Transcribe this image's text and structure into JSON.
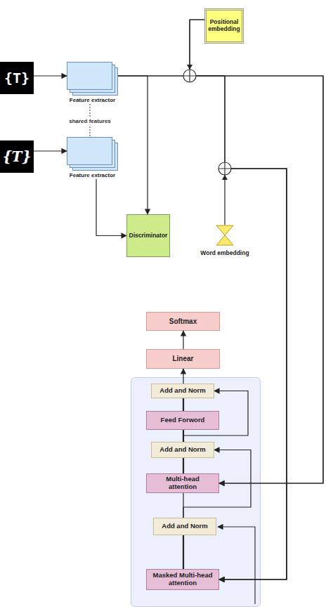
{
  "diagram": {
    "nodes": [
      {
        "text": [
          "{T}"
        ]
      },
      {
        "text": [
          "Positional embedding"
        ]
      },
      {
        "text": [
          "Feature extractor"
        ]
      },
      {
        "text": [
          "{T}"
        ]
      },
      {
        "text": [
          "Feature extractor"
        ]
      },
      {
        "text": [
          "Discriminator"
        ]
      },
      {
        "text": [
          "Word embedding"
        ]
      },
      {
        "text": [
          "Softmax"
        ]
      },
      {
        "text": [
          "Linear"
        ]
      },
      {
        "text": []
      },
      {
        "text": [
          "Add and Norm"
        ],
        "in": 9
      },
      {
        "text": [
          "Feed Forword"
        ],
        "in": 9
      },
      {
        "text": [
          "Add and Norm"
        ],
        "in": 9
      },
      {
        "text": [
          "Multi-head attention"
        ],
        "in": 9
      },
      {
        "text": [
          "Add and Norm"
        ],
        "in": 9
      },
      {
        "text": [
          "Masked Multi-head attention"
        ],
        "in": 9
      }
    ],
    "edges": [
      {
        "from": 0,
        "to": 2,
        "arrow": "to"
      },
      {
        "from": 3,
        "to": 4,
        "arrow": "to"
      },
      {
        "from": 2,
        "to": 4,
        "label": "shared features",
        "arrow": "none"
      },
      {
        "from": 2,
        "to": 5,
        "arrow": "to"
      },
      {
        "from": 4,
        "to": 5,
        "arrow": "to"
      },
      {
        "from": 2,
        "to": 13,
        "arrow": "to"
      },
      {
        "from": 1,
        "to": 13,
        "arrow": "to"
      },
      {
        "from": 2,
        "to": 15,
        "arrow": "to"
      },
      {
        "from": 1,
        "to": 15,
        "arrow": "to"
      },
      {
        "from": 6,
        "to": 15,
        "arrow": "to"
      },
      {
        "from": 15,
        "to": 14,
        "arrow": "none"
      },
      {
        "from": 14,
        "to": 13,
        "arrow": "none"
      },
      {
        "from": 14,
        "to": 12,
        "arrow": "to"
      },
      {
        "from": 13,
        "to": 12,
        "arrow": "none"
      },
      {
        "from": 12,
        "to": 11,
        "arrow": "none"
      },
      {
        "from": 12,
        "to": 10,
        "arrow": "to"
      },
      {
        "from": 11,
        "to": 10,
        "arrow": "none"
      },
      {
        "from": 10,
        "to": 8,
        "arrow": "to"
      },
      {
        "from": 8,
        "to": 7,
        "arrow": "to"
      }
    ]
  }
}
